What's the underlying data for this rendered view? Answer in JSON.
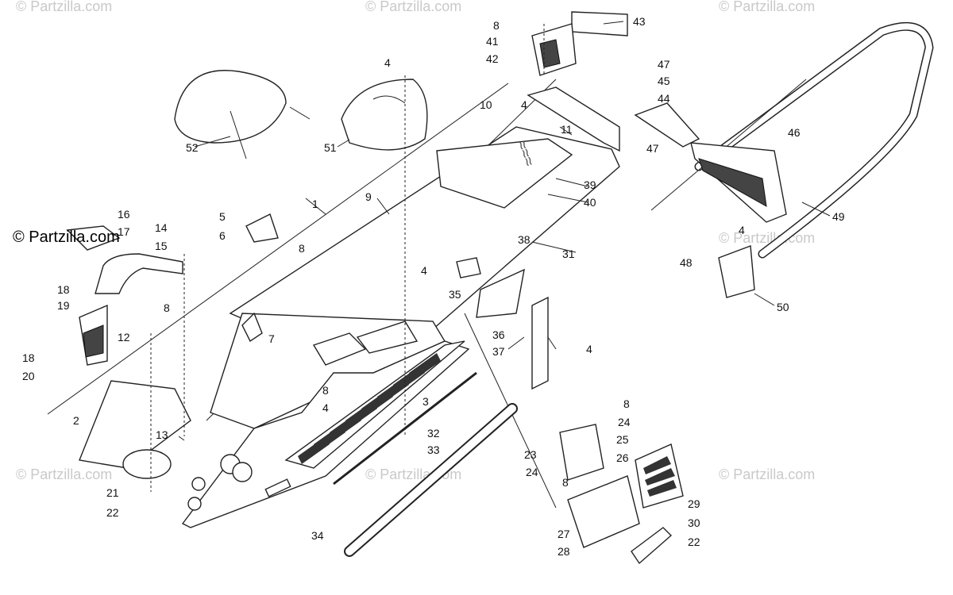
{
  "watermark": "© Partzilla.com",
  "brand_label": "© Partzilla.com",
  "callouts": {
    "c1": "1",
    "c2": "2",
    "c3": "3",
    "c4a": "4",
    "c4b": "4",
    "c4c": "4",
    "c4d": "4",
    "c4e": "4",
    "c4f": "4",
    "c5": "5",
    "c6": "6",
    "c7": "7",
    "c8a": "8",
    "c8b": "8",
    "c8c": "8",
    "c8d": "8",
    "c8e": "8",
    "c8f": "8",
    "c9": "9",
    "c10": "10",
    "c11": "11",
    "c12": "12",
    "c13": "13",
    "c14": "14",
    "c15": "15",
    "c16": "16",
    "c17": "17",
    "c18a": "18",
    "c18b": "18",
    "c19": "19",
    "c20": "20",
    "c21": "21",
    "c22a": "22",
    "c22b": "22",
    "c23": "23",
    "c24a": "24",
    "c24b": "24",
    "c25": "25",
    "c26": "26",
    "c27": "27",
    "c28": "28",
    "c29": "29",
    "c30": "30",
    "c31": "31",
    "c32": "32",
    "c33": "33",
    "c34": "34",
    "c35": "35",
    "c36": "36",
    "c37": "37",
    "c38": "38",
    "c39": "39",
    "c40": "40",
    "c41": "41",
    "c42": "42",
    "c43": "43",
    "c44": "44",
    "c45": "45",
    "c46": "46",
    "c47a": "47",
    "c47b": "47",
    "c48": "48",
    "c49": "49",
    "c50": "50",
    "c51": "51",
    "c52": "52"
  }
}
